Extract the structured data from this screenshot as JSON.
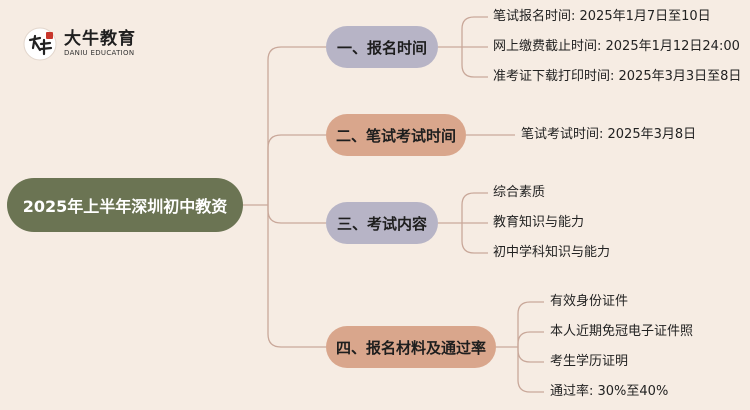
{
  "logo": {
    "name_cn": "大牛教育",
    "name_en": "DANIU EDUCATION"
  },
  "root": {
    "label": "2025年上半年深圳初中教资"
  },
  "branches": [
    {
      "label": "一、报名时间",
      "color": "#b7b4c6",
      "items": [
        "笔试报名时间: 2025年1月7日至10日",
        "网上缴费截止时间: 2025年1月12日24:00",
        "准考证下载打印时间: 2025年3月3日至8日"
      ]
    },
    {
      "label": "二、笔试考试时间",
      "color": "#d9a68c",
      "items": [
        "笔试考试时间: 2025年3月8日"
      ]
    },
    {
      "label": "三、考试内容",
      "color": "#b7b4c6",
      "items": [
        "综合素质",
        "教育知识与能力",
        "初中学科知识与能力"
      ]
    },
    {
      "label": "四、报名材料及通过率",
      "color": "#d9a68c",
      "items": [
        "有效身份证件",
        "本人近期免冠电子证件照",
        "考生学历证明",
        "通过率: 30%至40%"
      ]
    }
  ],
  "colors": {
    "background": "#f6ece3",
    "root": "#6b7453",
    "connector": "#c9a89a",
    "logo_red": "#c8362b"
  }
}
